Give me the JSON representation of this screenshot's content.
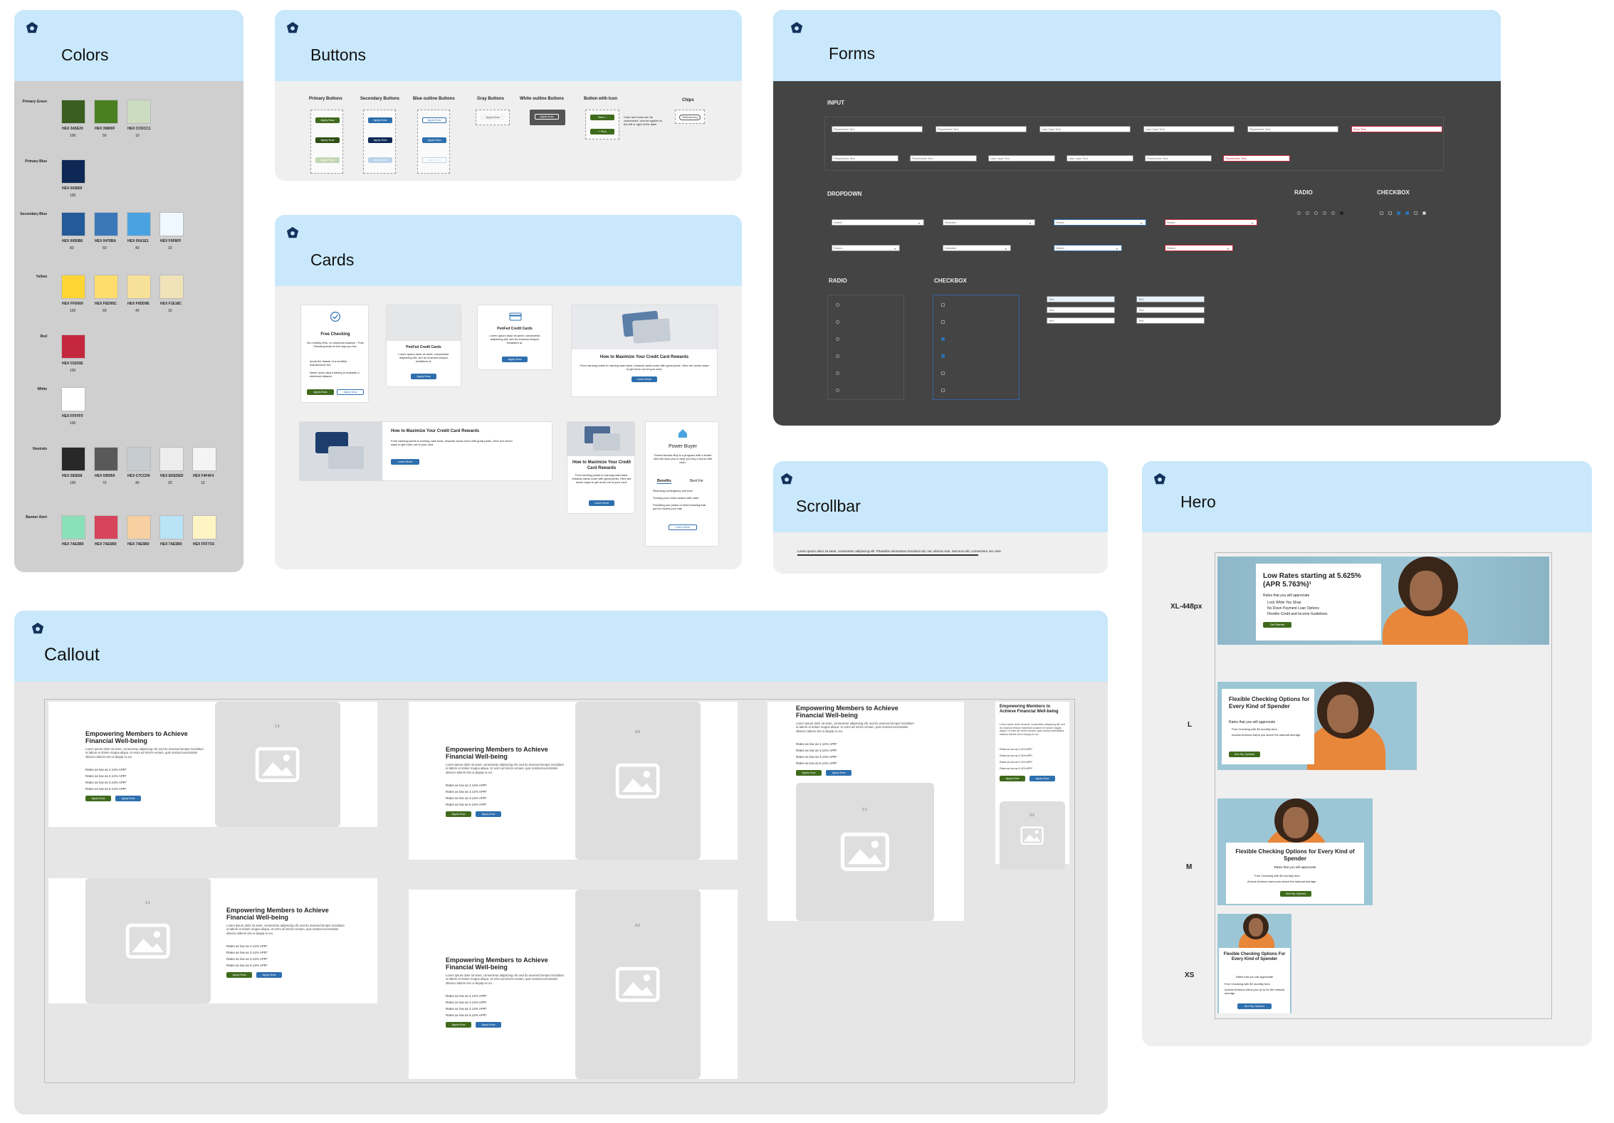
{
  "colors": {
    "title": "Colors",
    "groups": [
      {
        "label": "Primary Green",
        "swatches": [
          {
            "hex": "HEX 3A5E20",
            "n": "100",
            "color": "#3a5e20"
          },
          {
            "hex": "HEX 39800F",
            "n": "50",
            "color": "#4a8020"
          },
          {
            "hex": "HEX CCDCC1",
            "n": "10",
            "color": "#ccdcc1"
          }
        ]
      },
      {
        "label": "Primary Blue",
        "swatches": [
          {
            "hex": "HEX 002855",
            "n": "100",
            "color": "#0e2855"
          }
        ]
      },
      {
        "label": "Secondary Blue",
        "swatches": [
          {
            "hex": "HEX 0050B6",
            "n": "80",
            "color": "#235a98"
          },
          {
            "hex": "HEX 0470BA",
            "n": "60",
            "color": "#3a78ba"
          },
          {
            "hex": "HEX 00A1E1",
            "n": "40",
            "color": "#4aa3e0"
          },
          {
            "hex": "HEX F0F8FF",
            "n": "10",
            "color": "#f0f8ff"
          }
        ]
      },
      {
        "label": "Yellow",
        "swatches": [
          {
            "hex": "HEX FFD600",
            "n": "100",
            "color": "#ffd535"
          },
          {
            "hex": "HEX FED95C",
            "n": "60",
            "color": "#fedd6c"
          },
          {
            "hex": "HEX F9DD9E",
            "n": "40",
            "color": "#f7e09a"
          },
          {
            "hex": "HEX F1E18C",
            "n": "10",
            "color": "#f1e3b8"
          }
        ]
      },
      {
        "label": "Red",
        "swatches": [
          {
            "hex": "HEX C5203E",
            "n": "100",
            "color": "#c5283e"
          }
        ]
      },
      {
        "label": "White",
        "swatches": [
          {
            "hex": "HEX FFFFFF",
            "n": "100",
            "color": "#ffffff"
          }
        ]
      },
      {
        "label": "Neutrals",
        "swatches": [
          {
            "hex": "HEX 282828",
            "n": "100",
            "color": "#282828"
          },
          {
            "hex": "HEX 595959",
            "n": "70",
            "color": "#595959"
          },
          {
            "hex": "HEX C7CCD0",
            "n": "40",
            "color": "#c7ccd0"
          },
          {
            "hex": "HEX EDEDED",
            "n": "20",
            "color": "#ededed"
          },
          {
            "hex": "HEX F4F4F4",
            "n": "10",
            "color": "#f4f4f4"
          }
        ]
      },
      {
        "label": "Banner Alert",
        "swatches": [
          {
            "hex": "HEX 7AE5B0",
            "n": "",
            "color": "#8ae0b8"
          },
          {
            "hex": "HEX 7AE5B0",
            "n": "",
            "color": "#d6455c"
          },
          {
            "hex": "HEX 7AE5B0",
            "n": "",
            "color": "#f7cfa0"
          },
          {
            "hex": "HEX 7AE5B0",
            "n": "",
            "color": "#b9e4f7"
          },
          {
            "hex": "HEX FFF7C6",
            "n": "",
            "color": "#fff5c4"
          }
        ]
      }
    ]
  },
  "buttons": {
    "title": "Buttons",
    "cols": [
      "Primary Buttons",
      "Secondary Buttons",
      "Blue outline Buttons",
      "Gray Buttons",
      "White outline Buttons",
      "Button with Icon",
      "Chips"
    ],
    "apply": "Apply Now",
    "icon_btn_a": "Next >",
    "icon_btn_b": "+ Plus",
    "icon_note": "Color and Icons can be customized. Icon be applied to the left or right of the label.",
    "chip": "Refinancing"
  },
  "forms": {
    "title": "Forms",
    "input_label": "INPUT",
    "dropdown_label": "DROPDOWN",
    "radio_label": "RADIO",
    "checkbox_label": "CHECKBOX",
    "row1": [
      "Placeholder Text",
      "Placeholder Text",
      "User Input Text",
      "User Input Text",
      "Placeholder Text",
      "Error Text"
    ],
    "row2": [
      "Placeholder Text",
      "Placeholder Text",
      "User Input Text",
      "User Input Text",
      "Placeholder Text",
      "Placeholder Text"
    ],
    "select": "Select...",
    "selection": "Selection",
    "opts": [
      "Text",
      "Text",
      "Text"
    ]
  },
  "cards": {
    "title": "Cards",
    "free_title": "Free Checking",
    "free_body": "No monthly fees, no minimum balance - Free Checking built for the way you live.",
    "free_b1": "Avoid the hassle of a monthly maintenance fee",
    "free_b2": "Never worry about having to maintain a minimum balance",
    "apply": "Apply Now",
    "pf1_title": "PenFed Credit Cards",
    "pf_body": "Lorem ipsum dolor sit amet, consectetur adipiscing elit, sed do eiusmod tempor incididunt ut.",
    "pf2_title": "PenFed Credit Cards",
    "max_title": "How to Maximize Your Credit Card Rewards",
    "max_body": "From earning points to earning cash back, rewards cards come with great perks. Here are seven ways to get more out of your card.",
    "learn": "Learn More",
    "max2_title": "How to Maximize Your Credit Card Rewards",
    "max2_body": "From earning points to earning cash back, rewards cards come with great perks. Here are seven ways to get more out of your card.",
    "max3_title": "How to Maximize Your Credit Card Rewards",
    "max3_body": "From earning points to earning cash back, rewards cards come with great perks. Here are seven ways to get more out of your card.",
    "pb_title": "Power Buyer",
    "pb_body": "Closed Access Buy is a program with a lender who will back you to help you buy a home with cash.",
    "pb_tab1": "Benefits",
    "pb_tab2": "Best For",
    "pb_b1": "Reducing contingency and fees",
    "pb_b2": "Turning your home search with cash",
    "pb_b3": "Providing you peace of mind knowing that you've locked your rate",
    "pb_btn": "Learn More"
  },
  "scrollbar": {
    "title": "Scrollbar",
    "text": "Lorem ipsum dolor sit amet, consectetur adipiscing elit. Phasellus elementum tincidunt nisi, nec ultrices erat. Sed eros elit, consectetur nec ante."
  },
  "hero": {
    "title": "Hero",
    "sizes": [
      "XL-448px",
      "L",
      "M",
      "XS"
    ],
    "xl_title": "Low Rates starting at 5.625% (APR 5.763%)¹",
    "xl_sub": "Rates that you will appreciate",
    "xl_b1": "Lock While You Shop",
    "xl_b2": "No Down Payment Loan Options",
    "xl_b3": "Flexible Credit and Income Guidelines",
    "xl_btn": "Get Started",
    "l_title": "Flexible Checking Options for Every Kind of Spender",
    "l_sub": "Rates that you will appreciate",
    "l_b1": "Free Checking with $0 monthly fees",
    "l_b2": "Access America earns you above the national average",
    "l_btn": "See My Options",
    "m_title": "Flexible Checking Options for Every Kind of Spender",
    "m_sub": "Rates that you will appreciate",
    "m_b1": "Free Checking with $0 monthly fees",
    "m_b2": "Access America earns you above the national average",
    "m_btn": "See My Options",
    "xs_title": "Flexible Checking Options For Every Kind of Spender",
    "xs_sub": "Rates that you will appreciate",
    "xs_b1": "Free Checking with $0 monthly fees",
    "xs_b2": "Access America earns you up to 5x the national average",
    "xs_btn": "See My Options"
  },
  "callout": {
    "title": "Callout",
    "heading": "Empowering Members to Achieve Financial Well-being",
    "body": "Lorem ipsum dolor sit amet, consectetur adipiscing elit, sed do eiusmod tempor incididunt ut labore et dolore magna aliqua. Ut enim ad minim veniam, quis nostrud exercitation ullamco laboris nisi ut aliquip ex ea.",
    "rates": [
      "Rates as low as 4.14% APR*",
      "Rates as low as 3.14% APR*",
      "Rates as low as 3.13% APR*",
      "Rates as low as 5.14% APR*"
    ],
    "apply": "Apply Now",
    "apply2": "Apply Now",
    "ratios": [
      "1:1",
      "4:3",
      "1:1",
      "3:2"
    ]
  }
}
